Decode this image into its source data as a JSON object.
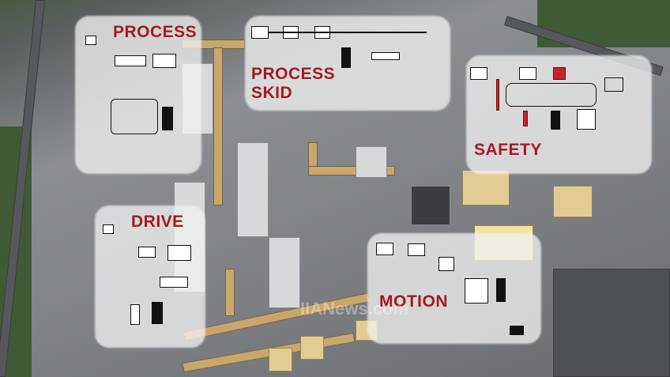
{
  "zones": {
    "process": {
      "label": "PROCESS"
    },
    "process_skid": {
      "label_line1": "PROCESS",
      "label_line2": "SKID"
    },
    "safety": {
      "label": "SAFETY"
    },
    "drive": {
      "label": "DRIVE"
    },
    "motion": {
      "label": "MOTION"
    }
  },
  "watermark": "IIANews.com",
  "colors": {
    "label": "#a01c22",
    "conveyor": "#c9a66b",
    "safety_red": "#c8232a"
  }
}
